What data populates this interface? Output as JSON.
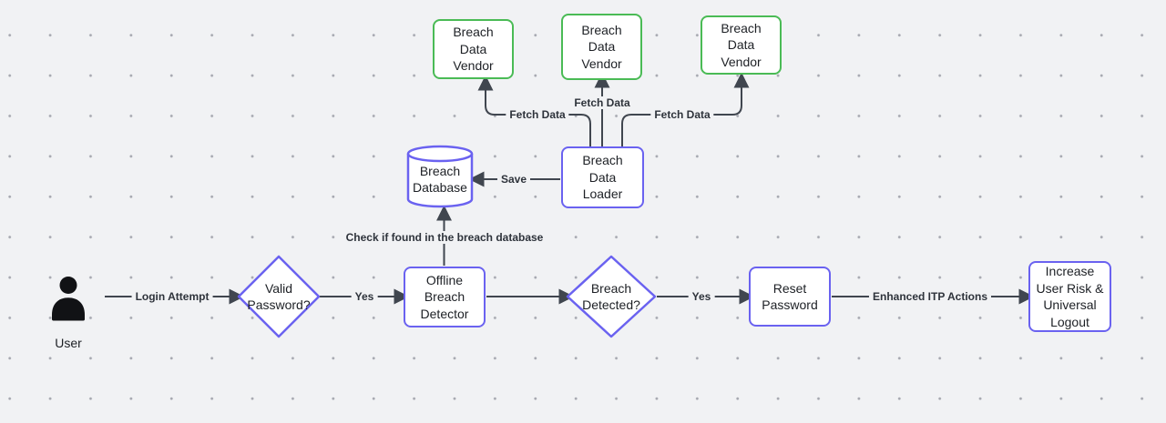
{
  "canvas": {
    "type": "flowchart on dotted grid canvas",
    "background": "#f1f2f4",
    "dot_color": "#a6a8b0"
  },
  "colors": {
    "canvas_bg": "#f1f2f4",
    "dot": "#a6a8b0",
    "edge": "#40464f",
    "purple": "#6a62f0",
    "green": "#4abb55",
    "node_fill": "#ffffff",
    "node_text": "#1d2025",
    "edge_label": "#2e333b"
  },
  "icons": {
    "user": "user-icon"
  },
  "nodes": {
    "vendor1": {
      "label": "Breach\nData\nVendor"
    },
    "vendor2": {
      "label": "Breach\nData\nVendor"
    },
    "vendor3": {
      "label": "Breach\nData\nVendor"
    },
    "database": {
      "label": "Breach\nDatabase"
    },
    "loader": {
      "label": "Breach\nData\nLoader"
    },
    "user": {
      "label": "User"
    },
    "valid_password": {
      "label": "Valid\nPassword?"
    },
    "offline_detector": {
      "label": "Offline\nBreach\nDetector"
    },
    "breach_detected": {
      "label": "Breach\nDetected?"
    },
    "reset_password": {
      "label": "Reset\nPassword"
    },
    "increase_risk": {
      "label": "Increase\nUser Risk &\nUniversal\nLogout"
    }
  },
  "edge_labels": {
    "login_attempt": "Login Attempt",
    "yes1": "Yes",
    "yes2": "Yes",
    "enhanced_itp": "Enhanced ITP Actions",
    "check_breach": "Check if found in the breach database",
    "save": "Save",
    "fetch1": "Fetch Data",
    "fetch2": "Fetch Data",
    "fetch3": "Fetch Data"
  }
}
